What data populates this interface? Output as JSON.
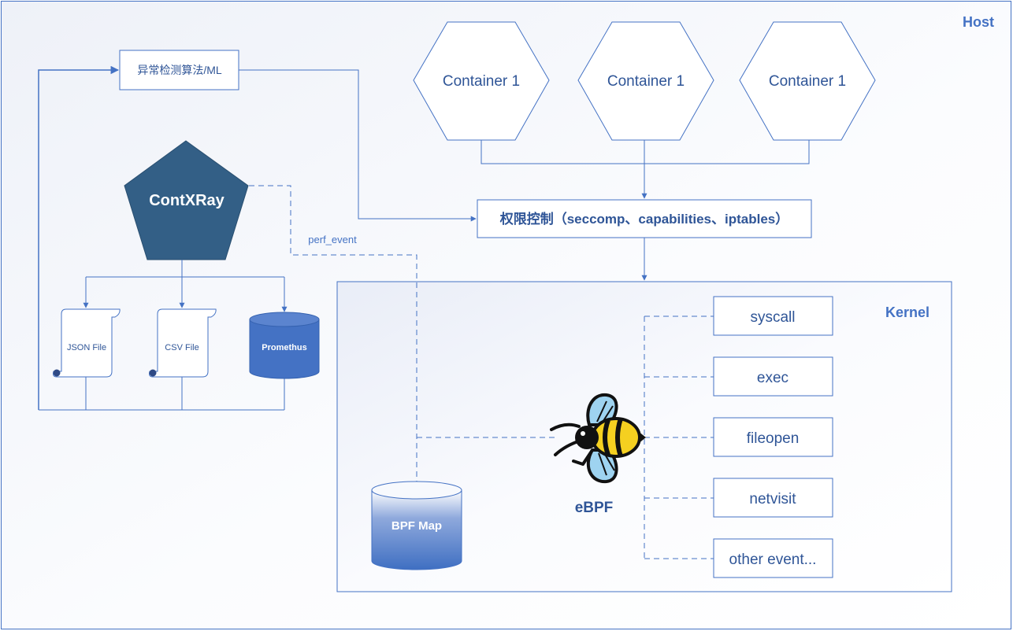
{
  "host": {
    "label": "Host"
  },
  "kernel": {
    "label": "Kernel"
  },
  "anomaly_box": {
    "label": "异常检测算法/ML"
  },
  "contxray": {
    "label": "ContXRay"
  },
  "perf_event": {
    "label": "perf_event"
  },
  "permission_box": {
    "label": "权限控制（seccomp、capabilities、iptables）"
  },
  "containers": [
    {
      "label": "Container 1"
    },
    {
      "label": "Container 1"
    },
    {
      "label": "Container 1"
    }
  ],
  "outputs": {
    "json_file": "JSON File",
    "csv_file": "CSV File",
    "prometheus": "Promethus"
  },
  "bpf_map": {
    "label": "BPF Map"
  },
  "ebpf": {
    "label": "eBPF"
  },
  "events": [
    {
      "label": "syscall"
    },
    {
      "label": "exec"
    },
    {
      "label": "fileopen"
    },
    {
      "label": "netvisit"
    },
    {
      "label": "other event..."
    }
  ],
  "colors": {
    "accent": "#4472c4",
    "text_blue": "#2f5597",
    "border": "#6a8ac8",
    "pentagon": "#335f86",
    "cylinder": "#4472c4",
    "bee_yellow": "#f5d020",
    "bee_wing": "#9ed3f0"
  }
}
